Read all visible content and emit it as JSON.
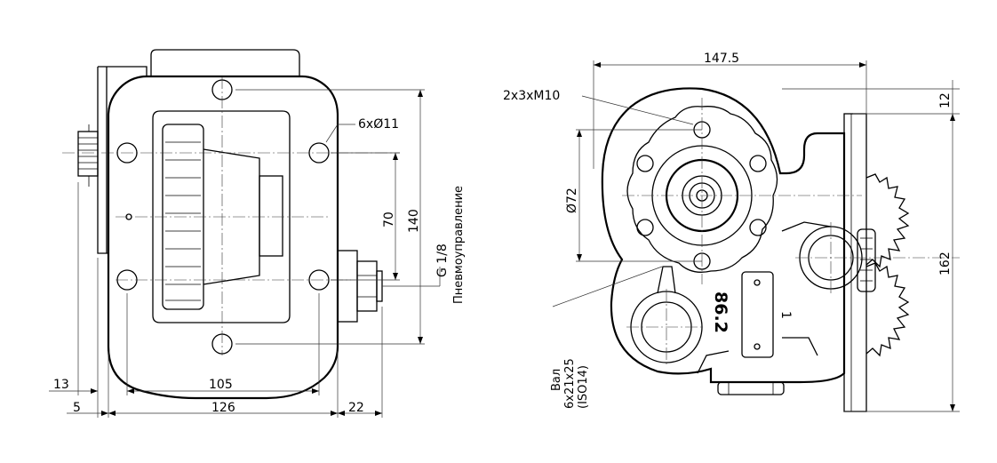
{
  "left_view": {
    "dim_13": "13",
    "dim_5": "5",
    "dim_105": "105",
    "dim_126": "126",
    "dim_22": "22",
    "dim_70": "70",
    "dim_140": "140",
    "holes_label": "6xØ11",
    "port_label": "G 1/8",
    "port_desc": "Пневмоуправление"
  },
  "right_view": {
    "dim_147_5": "147.5",
    "dim_12": "12",
    "dim_162": "162",
    "dim_72": "Ø72",
    "threads_label": "2x3xM10",
    "plate_code": "86.2",
    "plate_num": "1",
    "shaft_line1": "Вал",
    "shaft_line2": "6x21x25",
    "shaft_line3": "(ISO14)"
  }
}
